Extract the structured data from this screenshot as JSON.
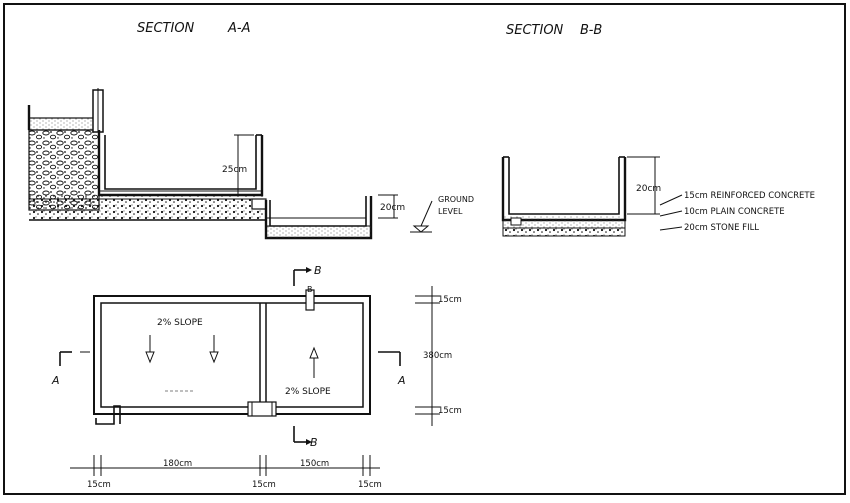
{
  "sections": {
    "a_title": "SECTION",
    "a_id": "A-A",
    "b_title": "SECTION",
    "b_id": "B-B"
  },
  "section_a": {
    "dim_25": "25cm",
    "dim_20": "20cm",
    "ground_1": "GROUND",
    "ground_2": "LEVEL"
  },
  "section_b": {
    "dim_20": "20cm",
    "layer_1": "15cm REINFORCED CONCRETE",
    "layer_2": "10cm PLAIN CONCRETE",
    "layer_3": "20cm STONE FILL"
  },
  "plan": {
    "slope_left": "2% SLOPE",
    "slope_right": "2% SLOPE",
    "cut_a_left": "A",
    "cut_a_right": "A",
    "cut_b_top": "B",
    "cut_b_bottom": "B",
    "drain_label": "B",
    "dim_top": "15cm",
    "dim_mid": "380cm",
    "dim_bottom": "15cm",
    "dim_b1": "15cm",
    "dim_180": "180cm",
    "dim_b2": "15cm",
    "dim_150": "150cm",
    "dim_b3": "15cm"
  }
}
